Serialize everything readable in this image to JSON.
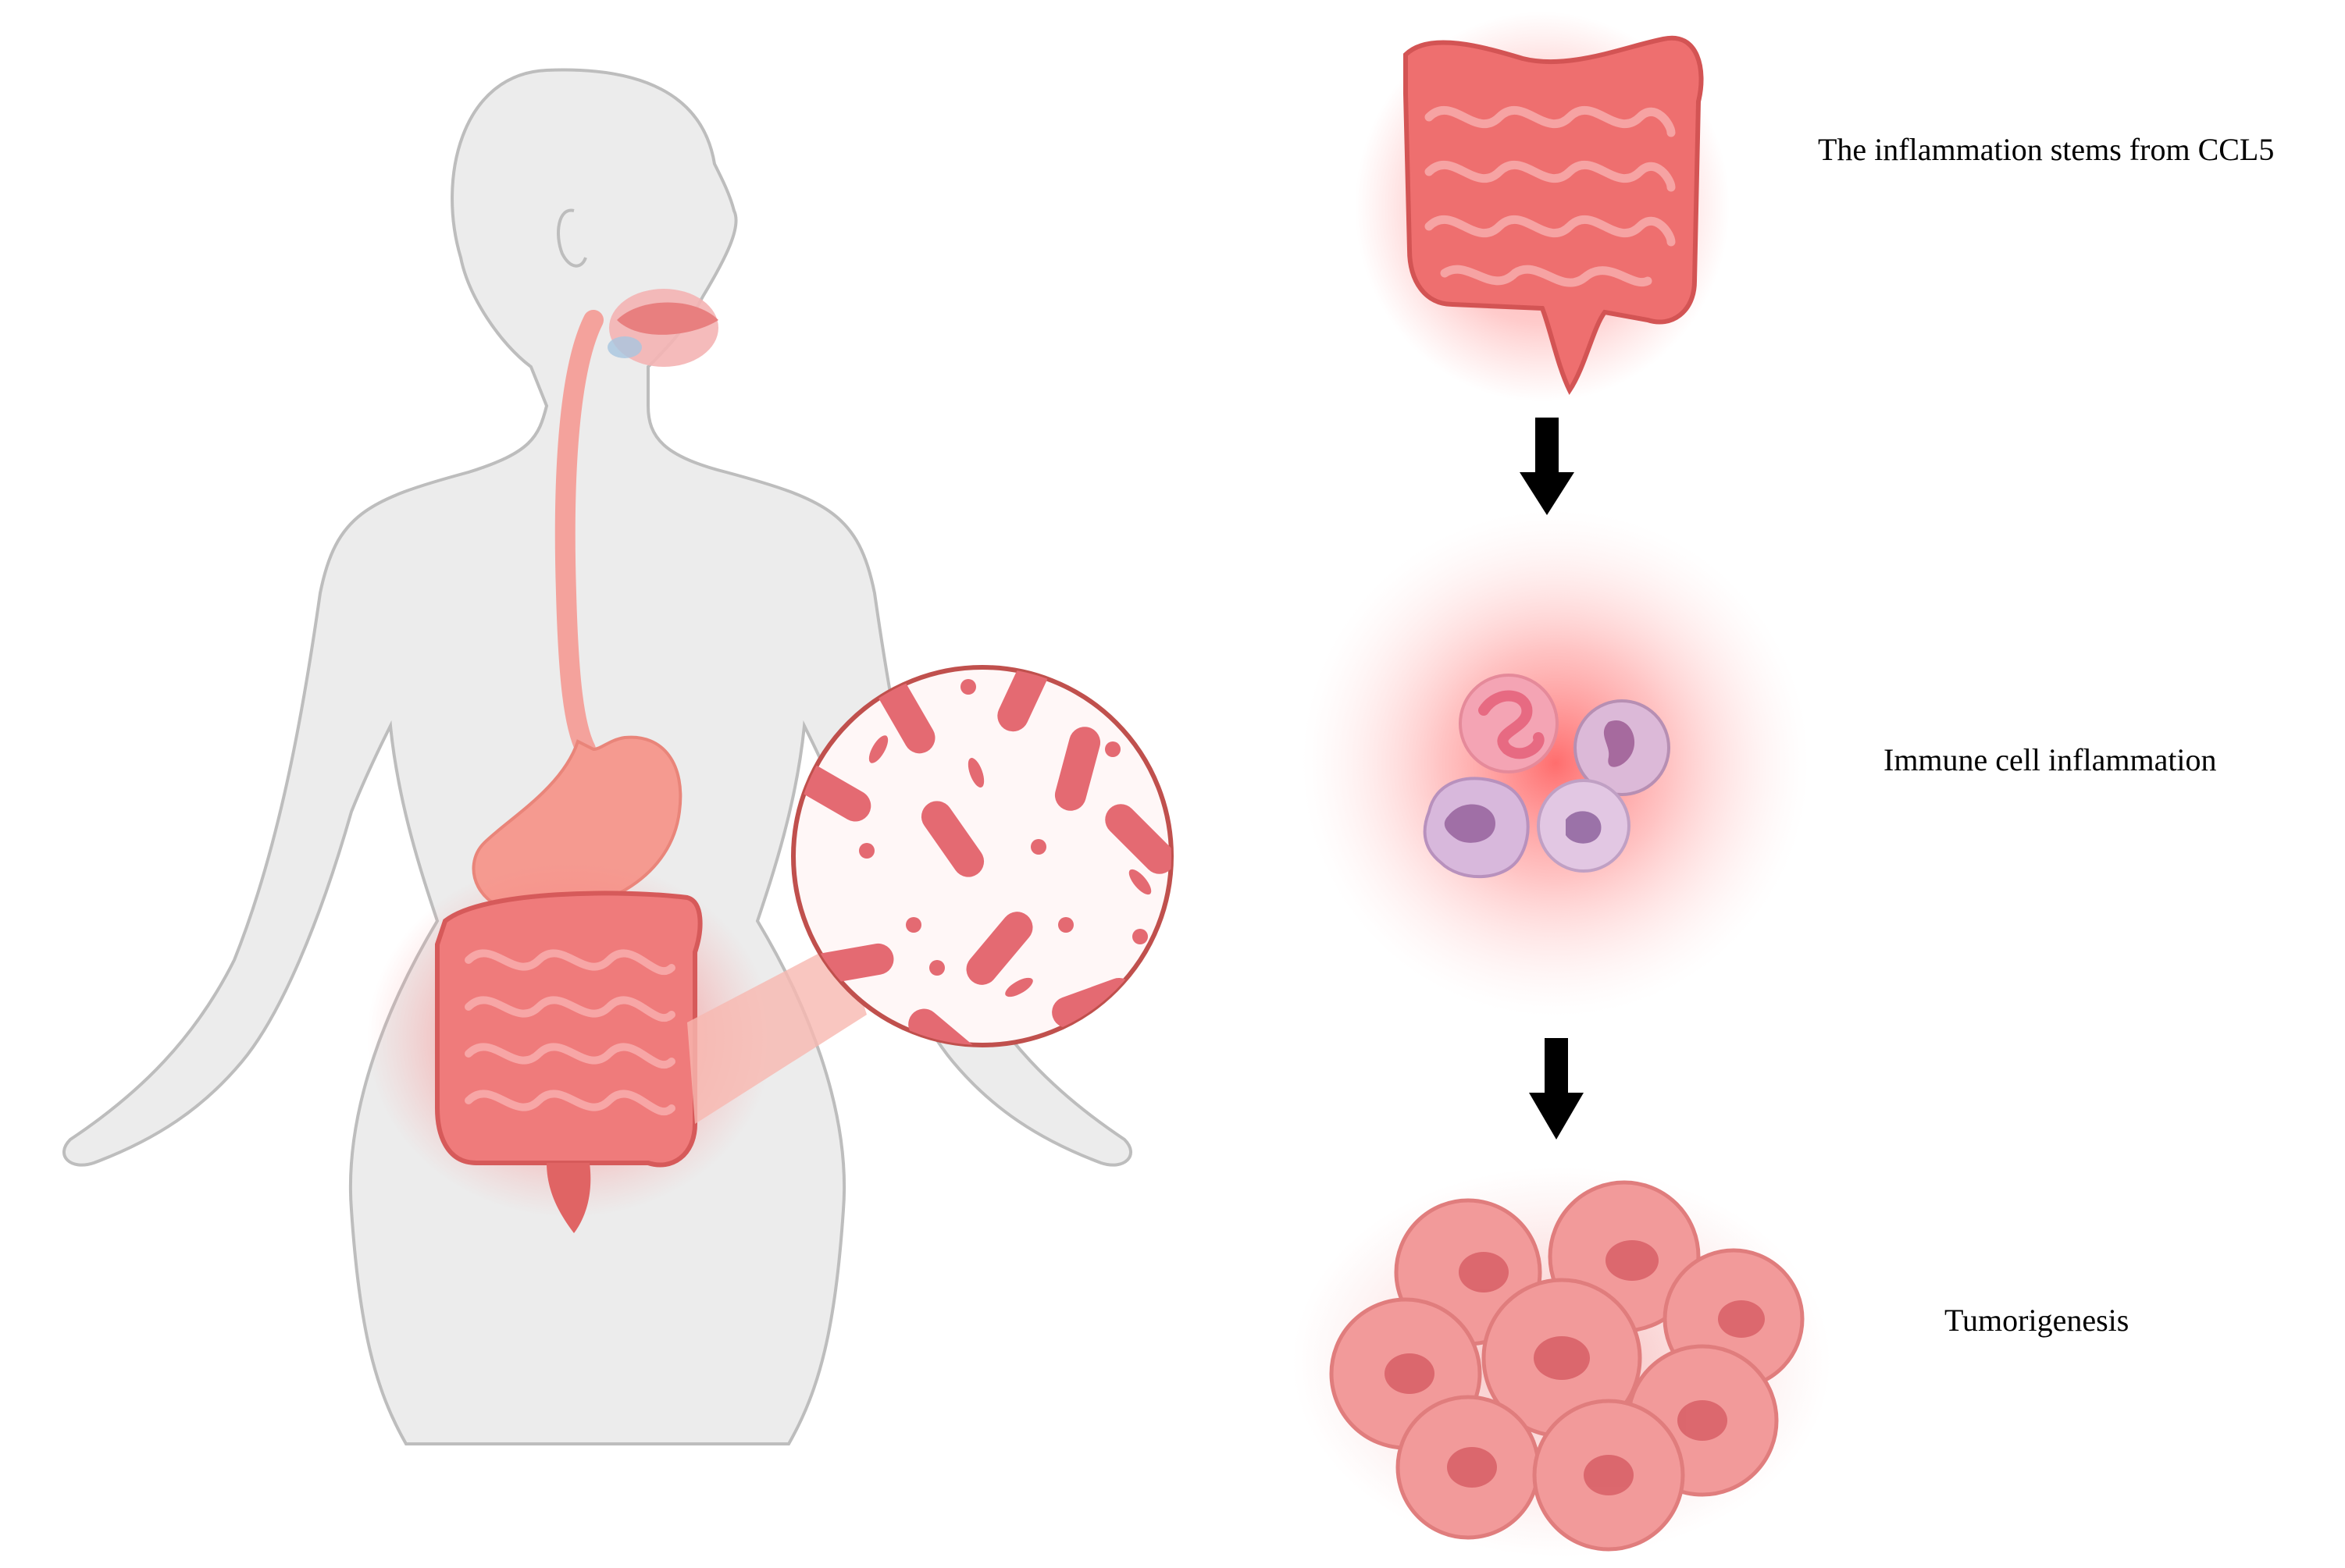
{
  "steps": [
    {
      "label": "The inflammation stems from CCL5",
      "icon": "large-intestine-icon"
    },
    {
      "label": "Immune cell inflammation",
      "icon": "immune-cells-icon"
    },
    {
      "label": "Tumorigenesis",
      "icon": "tumor-cells-icon"
    }
  ],
  "figure": {
    "left_icon": "human-digestive-system-icon",
    "zoom_icon": "gut-bacteria-magnifier-icon",
    "arrow_icon": "down-arrow-icon"
  },
  "colors": {
    "body": "#eeeeee",
    "body_outline": "#bdbdbd",
    "intestine": "#e8696b",
    "inflammation_glow": "#ff5252",
    "bacteria": "#e46a72",
    "immune_cell": "#c9a3c9",
    "tumor": "#ef9a9a",
    "arrow": "#000000"
  }
}
